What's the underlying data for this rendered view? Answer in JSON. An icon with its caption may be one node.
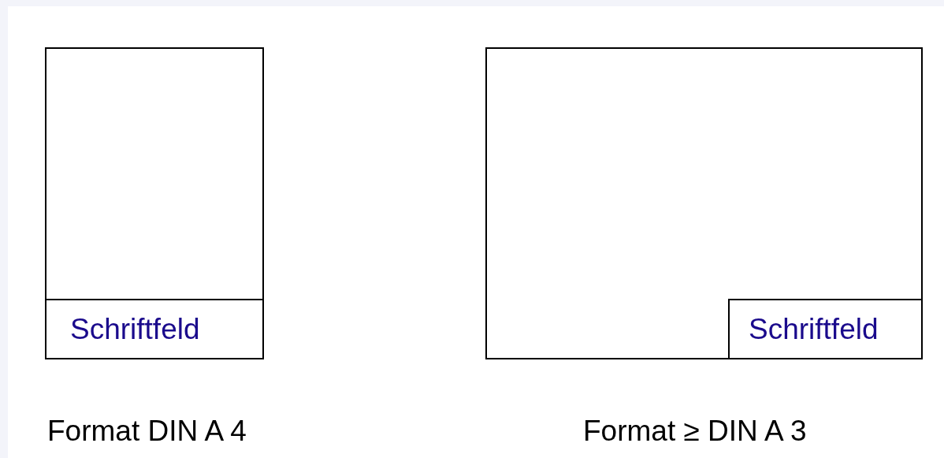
{
  "diagram": {
    "nodes": [
      {
        "text": [],
        "shape": "box",
        "beside": [
          "Format DIN A 4"
        ]
      },
      {
        "text": [
          "Schriftfeld"
        ],
        "in": 0
      },
      {
        "text": [],
        "shape": "box",
        "beside": [
          "Format ≥ DIN A 3"
        ]
      },
      {
        "text": [
          "Schriftfeld"
        ],
        "in": 2
      }
    ],
    "edges": []
  }
}
